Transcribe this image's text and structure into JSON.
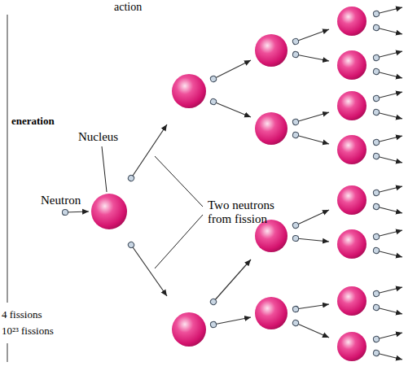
{
  "diagram": {
    "labels": [
      "action",
      "eneration",
      "Nucleus",
      "Neutron",
      "Two neutrons from fission",
      "4 fissions",
      "10²³ fissions"
    ]
  }
}
